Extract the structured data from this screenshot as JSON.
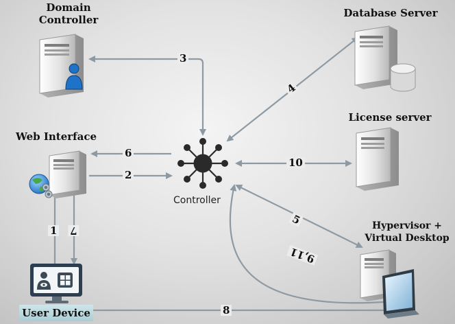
{
  "nodes": {
    "domain_controller": "Domain\nController",
    "database_server": "Database Server",
    "license_server": "License server",
    "web_interface": "Web Interface",
    "controller": "Controller",
    "hypervisor": "Hypervisor +\nVirtual Desktop",
    "user_device": "User Device"
  },
  "edges": [
    {
      "label": "1",
      "from": "user_device",
      "to": "web_interface"
    },
    {
      "label": "2",
      "from": "web_interface",
      "to": "controller"
    },
    {
      "label": "3",
      "from": "controller",
      "to": "domain_controller",
      "bidirectional": true
    },
    {
      "label": "4",
      "from": "controller",
      "to": "database_server",
      "bidirectional": true
    },
    {
      "label": "5",
      "from": "controller",
      "to": "hypervisor",
      "bidirectional": true
    },
    {
      "label": "6",
      "from": "controller",
      "to": "web_interface"
    },
    {
      "label": "7",
      "from": "web_interface",
      "to": "user_device"
    },
    {
      "label": "8",
      "from": "user_device",
      "to": "hypervisor"
    },
    {
      "label": "9,11",
      "from": "hypervisor",
      "to": "controller"
    },
    {
      "label": "10",
      "from": "controller",
      "to": "license_server",
      "bidirectional": true
    }
  ],
  "colors": {
    "arrow": "#8e9aa3",
    "server_light": "#f2f2f2",
    "server_dark": "#a7a7a7",
    "controller": "#2a2a2a"
  }
}
